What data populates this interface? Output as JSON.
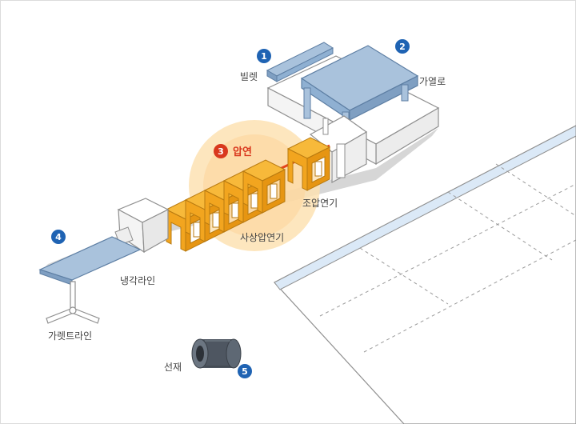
{
  "diagram": {
    "colors": {
      "badge_blue": "#1f63b3",
      "badge_red": "#d9381e",
      "equipment_blue": "#a9c2dc",
      "mill_orange": "#f2a51f",
      "glow": "#fde2b3",
      "hot_bar": "#e5441c",
      "outline": "#8f8f8f",
      "shadow": "#d6d6d6",
      "floor_stripe": "#dbe9f7"
    },
    "stages": [
      {
        "badge": "1",
        "label": "빌렛"
      },
      {
        "badge": "2",
        "label": "가열로"
      },
      {
        "badge": "3",
        "label": "압연"
      },
      {
        "badge": "4",
        "label": ""
      },
      {
        "badge": "5",
        "label": "선재"
      }
    ],
    "labels": {
      "rough_mill": "조압연기",
      "finishing_mill": "사상압연기",
      "cooling_line": "냉각라인",
      "garrett_line": "가렛트라인"
    }
  }
}
